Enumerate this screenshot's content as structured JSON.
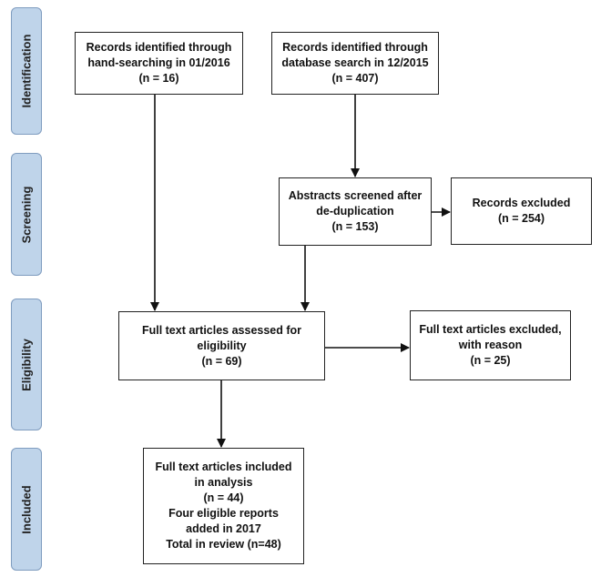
{
  "stages": {
    "identification": "Identification",
    "screening": "Screening",
    "eligibility": "Eligibility",
    "included": "Included"
  },
  "boxes": {
    "hand_search": [
      "Records identified through",
      "hand-searching in 01/2016",
      "(n = 16)"
    ],
    "database_search": [
      "Records identified through",
      "database search in 12/2015",
      "(n = 407)"
    ],
    "screened": [
      "Abstracts screened after",
      "de-duplication",
      "(n = 153)"
    ],
    "excluded_records": [
      "Records excluded",
      "(n = 254)"
    ],
    "fulltext_assessed": [
      "Full text articles assessed for",
      "eligibility",
      "(n = 69)"
    ],
    "fulltext_excluded": [
      "Full text articles excluded,",
      "with reason",
      "(n = 25)"
    ],
    "included": [
      "Full text articles included",
      "in analysis",
      "(n = 44)",
      "Four eligible reports",
      "added in 2017",
      "Total in review (n=48)"
    ]
  }
}
